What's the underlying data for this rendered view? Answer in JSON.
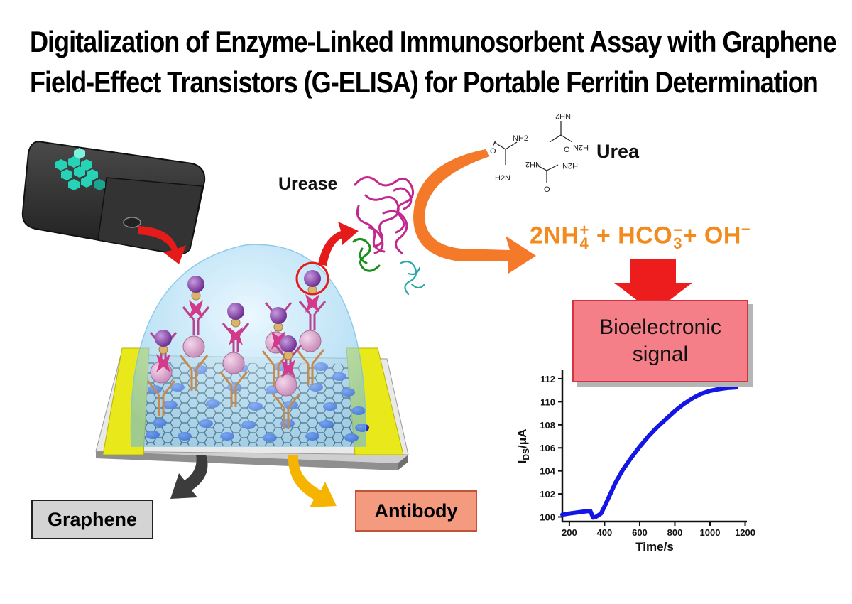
{
  "title": {
    "line1": "Digitalization of Enzyme-Linked Immunosorbent Assay with Graphene",
    "line2": "Field-Effect Transistors (G-ELISA) for Portable Ferritin Determination"
  },
  "labels": {
    "urease": "Urease",
    "urea": "Urea",
    "graphene": "Graphene",
    "antibody": "Antibody",
    "signal_line1": "Bioelectronic",
    "signal_line2": "signal"
  },
  "reaction": {
    "nh_coef": "2NH",
    "nh_sub": "4",
    "nh_sup": "+",
    "plus1": " + ",
    "hco": "HCO",
    "hco_sub": "3",
    "hco_sup": "−",
    "plus2": "+ ",
    "oh": "OH",
    "oh_sup": "−"
  },
  "urea_molecules": [
    "NH2",
    "H2N",
    "NH2",
    "H2N",
    "NH2",
    "H2N",
    "O",
    "O",
    "O"
  ],
  "colors": {
    "device_body": "#2b2b2b",
    "led": "#27d3b6",
    "arrow_red": "#e51b1b",
    "arrow_orange": "#f47a2a",
    "arrow_gray": "#3c3c3c",
    "arrow_yellow": "#f4b400",
    "electrode": "#e8e81a",
    "dome": "#a9d8f0",
    "ball_purple": "#8a3ca8",
    "ball_tan": "#d8b46e",
    "dot_blue": "#1f2ee0",
    "curve": "#1515e6",
    "protein_magenta": "#c2298f",
    "protein_green": "#1c8f1c",
    "protein_teal": "#2aa6a6"
  },
  "chart_data": {
    "type": "line",
    "xlabel": "Time/s",
    "ylabel_main": "I",
    "ylabel_sub": "DS",
    "ylabel_unit": "/μA",
    "xlim": [
      160,
      1210
    ],
    "ylim": [
      99.6,
      112.8
    ],
    "x_ticks": [
      200,
      400,
      600,
      800,
      1000,
      1200
    ],
    "y_ticks": [
      100,
      102,
      104,
      106,
      108,
      110,
      112
    ],
    "series": [
      {
        "x": [
          160,
          200,
          250,
          300,
          320,
          335,
          350,
          380,
          400,
          430,
          460,
          500,
          550,
          600,
          650,
          700,
          750,
          800,
          850,
          900,
          950,
          1000,
          1050,
          1100,
          1150
        ],
        "y": [
          100.2,
          100.3,
          100.4,
          100.5,
          100.5,
          99.95,
          100.0,
          100.3,
          100.9,
          101.9,
          102.9,
          104.0,
          105.1,
          106.1,
          107.0,
          107.8,
          108.5,
          109.2,
          109.8,
          110.3,
          110.7,
          110.95,
          111.1,
          111.2,
          111.25
        ]
      }
    ]
  }
}
